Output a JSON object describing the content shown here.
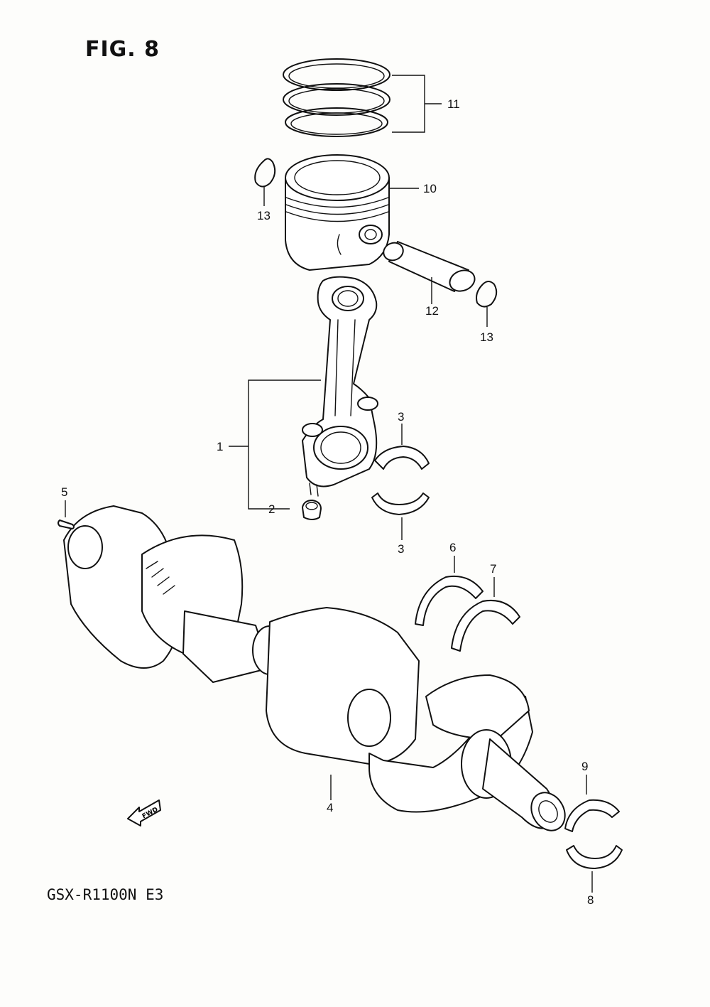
{
  "figure": {
    "title": "FIG. 8",
    "model_code": "GSX-R1100N E3",
    "fwd_label": "FWD"
  },
  "callouts": [
    {
      "id": "1"
    },
    {
      "id": "2"
    },
    {
      "id": "3"
    },
    {
      "id": "3b",
      "label": "3"
    },
    {
      "id": "4"
    },
    {
      "id": "5"
    },
    {
      "id": "6"
    },
    {
      "id": "7"
    },
    {
      "id": "8"
    },
    {
      "id": "9"
    },
    {
      "id": "10"
    },
    {
      "id": "11"
    },
    {
      "id": "12"
    },
    {
      "id": "13"
    },
    {
      "id": "13b",
      "label": "13"
    }
  ],
  "labels": {
    "c1": "1",
    "c2": "2",
    "c3a": "3",
    "c3b": "3",
    "c4": "4",
    "c5": "5",
    "c6": "6",
    "c7": "7",
    "c8": "8",
    "c9": "9",
    "c10": "10",
    "c11": "11",
    "c12": "12",
    "c13a": "13",
    "c13b": "13"
  }
}
